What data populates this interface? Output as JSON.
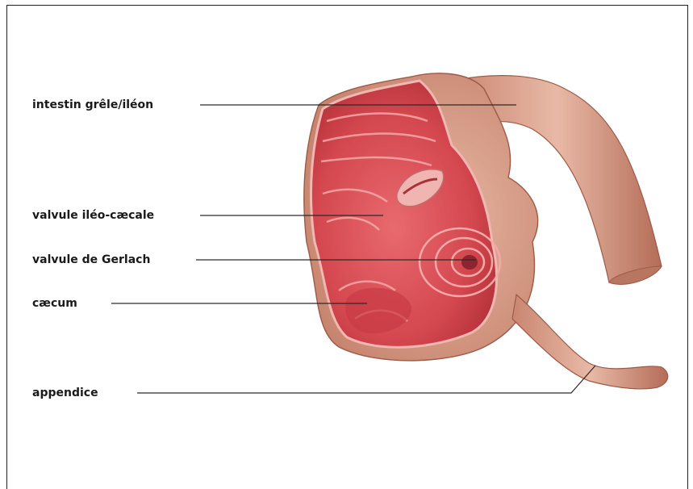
{
  "labels": {
    "ileum": "intestin grêle/iléon",
    "ileocecal_valve": "valvule iléo-cæcale",
    "gerlach_valve": "valvule de Gerlach",
    "cecum": "cæcum",
    "appendix": "appendice"
  },
  "colors": {
    "outer_wall": "#d9a28e",
    "outer_wall_dark": "#b87560",
    "mucosa": "#d9555c",
    "mucosa_light": "#ef9a9a",
    "mucosa_dark": "#a8313a",
    "leader_line": "#2a2a2a"
  }
}
